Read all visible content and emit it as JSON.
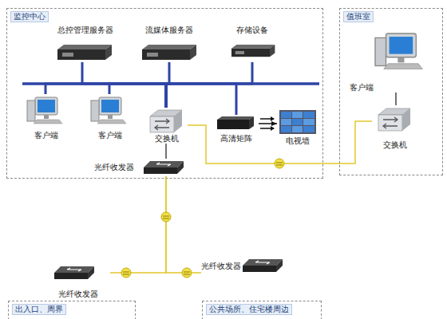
{
  "diagram": {
    "nodes": [
      {
        "text": [
          "监控中心"
        ]
      },
      {
        "text": [
          "总控管理服务器"
        ],
        "in": 0
      },
      {
        "text": [
          "流媒体服务器"
        ],
        "in": 0
      },
      {
        "text": [
          "存储设备"
        ],
        "in": 0
      },
      {
        "text": [
          "客户端"
        ],
        "in": 0
      },
      {
        "text": [
          "客户端"
        ],
        "in": 0
      },
      {
        "text": [
          "交换机"
        ],
        "in": 0
      },
      {
        "text": [
          "高清矩阵"
        ],
        "in": 0
      },
      {
        "text": [
          "电视墙"
        ],
        "in": 0
      },
      {
        "text": [
          "光纤收发器"
        ],
        "in": 0
      },
      {
        "text": [
          "值班室"
        ]
      },
      {
        "text": [
          "客户端"
        ],
        "in": 10
      },
      {
        "text": [
          "交换机"
        ],
        "in": 10
      },
      {
        "text": [
          "光纤收发器"
        ]
      },
      {
        "text": [
          "光纤收发器"
        ]
      },
      {
        "text": [
          "出入口、周界"
        ]
      },
      {
        "text": [
          "公共场所、住宅楼周边"
        ]
      }
    ],
    "edges": [
      {
        "from": 1,
        "to": 6,
        "arrow": "none"
      },
      {
        "from": 2,
        "to": 6,
        "arrow": "none"
      },
      {
        "from": 3,
        "to": 6,
        "arrow": "none"
      },
      {
        "from": 4,
        "to": 6,
        "arrow": "none"
      },
      {
        "from": 5,
        "to": 6,
        "arrow": "none"
      },
      {
        "from": 7,
        "to": 6,
        "arrow": "none"
      },
      {
        "from": 7,
        "to": 8,
        "arrow": "to"
      },
      {
        "from": 6,
        "to": 9,
        "arrow": "none"
      },
      {
        "from": 6,
        "to": 12,
        "arrow": "none"
      },
      {
        "from": 11,
        "to": 12,
        "arrow": "none"
      },
      {
        "from": 9,
        "to": 13,
        "arrow": "none"
      },
      {
        "from": 9,
        "to": 14,
        "arrow": "none"
      }
    ]
  }
}
